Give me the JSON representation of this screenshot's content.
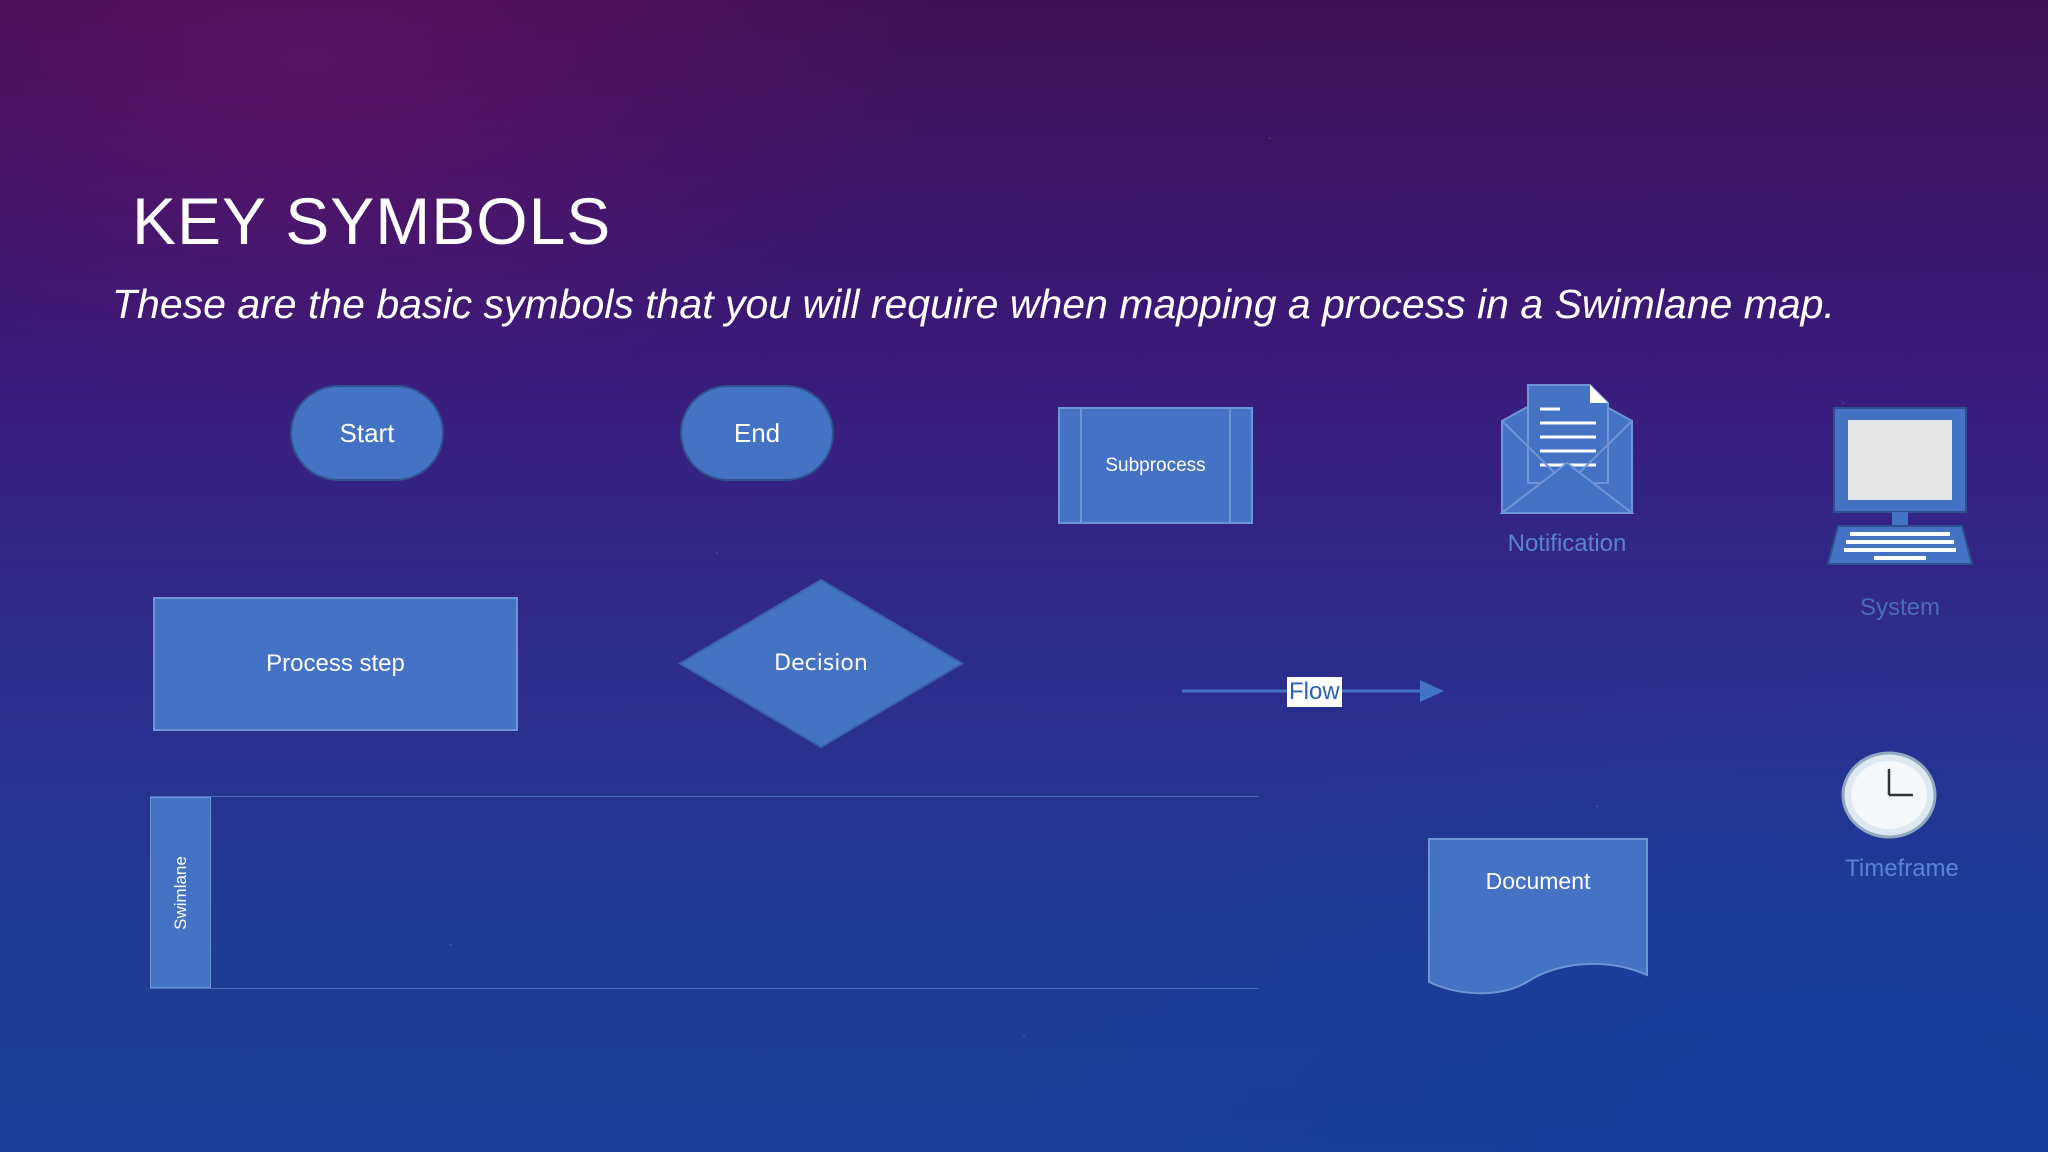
{
  "slide": {
    "title": "KEY SYMBOLS",
    "subtitle": "These are the basic symbols that you will require when mapping a process in a Swimlane map."
  },
  "symbols": {
    "start": "Start",
    "end": "End",
    "subprocess": "Subprocess",
    "notification": "Notification",
    "system": "System",
    "process_step": "Process step",
    "decision": "Decision",
    "flow": "Flow",
    "swimlane": "Swimlane",
    "timeframe": "Timeframe",
    "document": "Document"
  },
  "icons": {
    "notification": "envelope-document-icon",
    "system": "laptop-computer-icon",
    "timeframe": "clock-icon"
  },
  "colors": {
    "shape_fill": "#4472c4",
    "shape_border": "#2f528f",
    "icon_label": "#5a82d4"
  }
}
